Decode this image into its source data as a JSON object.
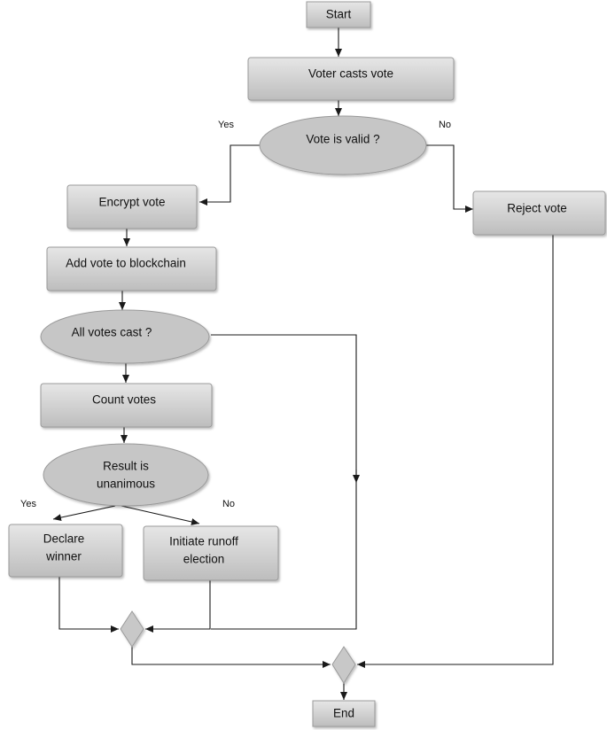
{
  "colors": {
    "node_fill_top": "#e4e4e4",
    "node_fill_bottom": "#bcbcbc",
    "decision_fill": "#c6c6c6",
    "merge_fill": "#c8c8c8",
    "line": "#1a1a1a"
  },
  "nodes": {
    "start": "Start",
    "voter_casts_vote": "Voter casts vote",
    "vote_is_valid": "Vote is valid ?",
    "encrypt_vote": "Encrypt vote",
    "reject_vote": "Reject vote",
    "add_vote_to_blockchain": "Add vote to blockchain",
    "all_votes_cast": "All votes cast ?",
    "count_votes": "Count votes",
    "result_is_unanimous_line1": "Result is",
    "result_is_unanimous_line2": "unanimous",
    "declare_winner_line1": "Declare",
    "declare_winner_line2": "winner",
    "initiate_runoff_line1": "Initiate runoff",
    "initiate_runoff_line2": "election",
    "end": "End"
  },
  "edge_labels": {
    "valid_yes": "Yes",
    "valid_no": "No",
    "unanimous_yes": "Yes",
    "unanimous_no": "No"
  }
}
